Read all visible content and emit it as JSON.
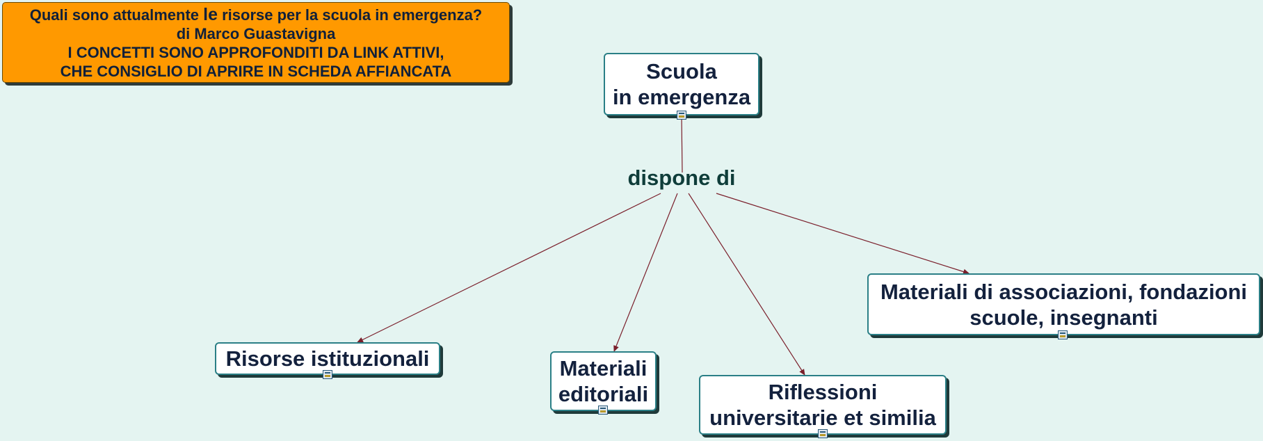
{
  "header": {
    "line1_pre": "Quali sono attualmente ",
    "line1_bold": "le",
    "line1_post": " risorse per la scuola in emergenza?",
    "line2": "di Marco Guastavigna",
    "line3": "I CONCETTI SONO APPROFONDITI DA LINK ATTIVI,",
    "line4": "CHE CONSIGLIO DI APRIRE IN SCHEDA AFFIANCATA"
  },
  "nodes": {
    "scuola": {
      "line1": "Scuola",
      "line2": "in emergenza"
    },
    "risorse": {
      "line1": "Risorse istituzionali"
    },
    "editoriali": {
      "line1": "Materiali",
      "line2": "editoriali"
    },
    "riflessioni": {
      "line1": "Riflessioni",
      "line2": "universitarie et similia"
    },
    "associazioni": {
      "line1": "Materiali di associazioni, fondazioni",
      "line2": "scuole, insegnanti"
    }
  },
  "link_label": "dispone di",
  "colors": {
    "background": "#e4f4f1",
    "title_box": "#ff9900",
    "node_border": "#2a7f86",
    "connector": "#7a1f2b",
    "link_text": "#0f3d3a"
  },
  "icons": {
    "attachment": "doc-icon"
  }
}
